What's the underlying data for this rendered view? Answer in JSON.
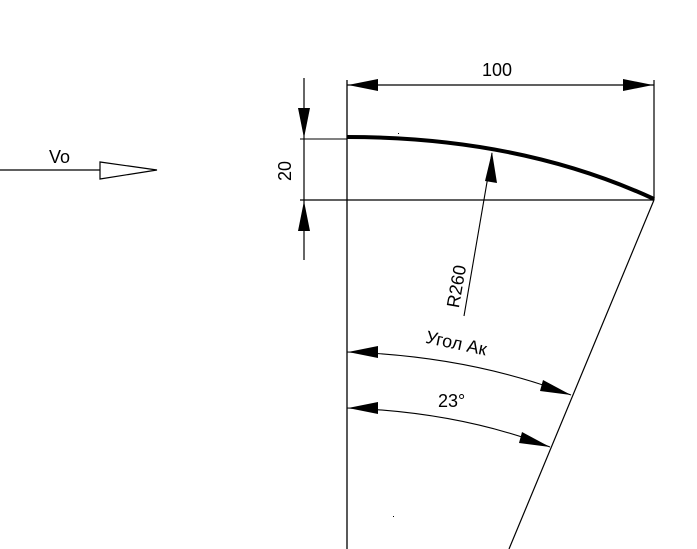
{
  "drawing": {
    "velocity_label": "Vo",
    "width_dimension": "100",
    "height_dimension": "20",
    "radius_dimension": "R260",
    "angle_name_label": "Угол Ак",
    "angle_value_label": "23°"
  },
  "colors": {
    "line": "#000000",
    "background": "#ffffff"
  }
}
